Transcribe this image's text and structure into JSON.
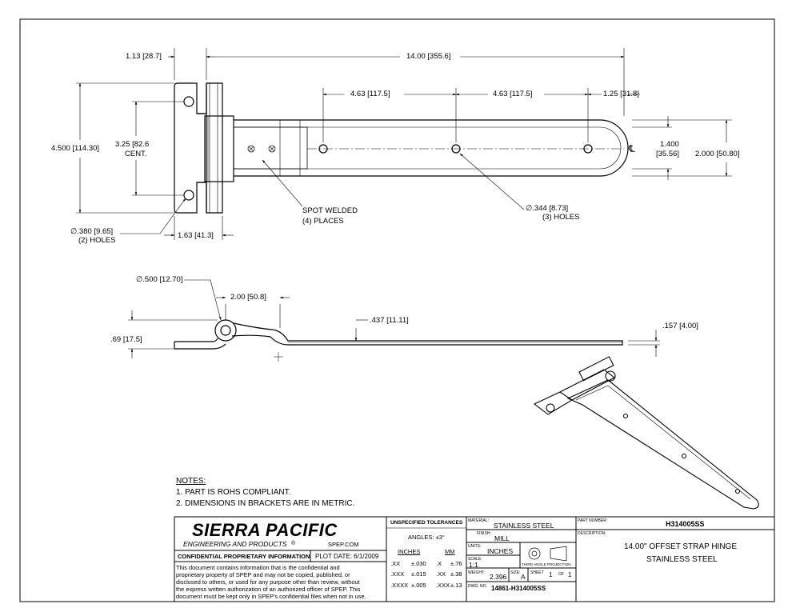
{
  "dimensions": {
    "top_offset": "1.13 [28.7]",
    "overall_length": "14.00 [355.6]",
    "hole_spacing_1": "4.63 [117.5]",
    "hole_spacing_2": "4.63 [117.5]",
    "end_to_hole": "1.25 [31.8]",
    "overall_height": "4.500 [114.30]",
    "hole_center_spacing": "3.25 [82.6",
    "cent_label": "CENT.",
    "strap_width_1": "1.400",
    "strap_width_1_metric": "[35.56]",
    "strap_width_2": "2.000 [50.80]",
    "leaf_width": "1.63 [41.3]",
    "hole_dia_small": "∅.380 [9.65]",
    "hole_dia_small_qty": "(2) HOLES",
    "hole_dia_strap": "∅.344 [8.73]",
    "hole_dia_strap_qty": "(3) HOLES",
    "spot_welded": "SPOT WELDED",
    "spot_welded_qty": "(4) PLACES",
    "pin_dia": "∅.500 [12.70]",
    "offset_length": "2.00 [50.8]",
    "offset_height": ".437 [11.11]",
    "side_height": ".69 [17.5]",
    "thickness": ".157 [4.00]",
    "centerline_symbol": "℄"
  },
  "notes": {
    "title": "NOTES:",
    "items": [
      "1.   PART IS ROHS COMPLIANT.",
      "2.   DIMENSIONS IN BRACKETS ARE IN METRIC."
    ]
  },
  "title_block": {
    "company": "SIERRA PACIFIC",
    "company_sub": "ENGINEERING AND PRODUCTS",
    "registered": "®",
    "website": "SPEP.COM",
    "confidential_header": "CONFIDENTIAL PROPRIETARY INFORMATION",
    "plot_date": "PLOT DATE:  6/1/2009",
    "confidential_text": [
      "This document contains information that is the confidential and",
      "proprietary property of SPEP and may not be copied, published, or",
      "disclosed to others, or used for any purpose  other than review, without",
      "the express written authorization of an authorized officer of SPEP. This",
      "document must be kept only in SPEP's confidential files when not in use."
    ],
    "tolerances_header": "UNSPECIFIED TOLERANCES",
    "angles": "ANGLES:  ±3°",
    "inches_header": "INCHES",
    "mm_header": "MM",
    "tol_rows": [
      {
        "in_place": ".XX",
        "in_tol": "±.030",
        "mm_place": ".X",
        "mm_tol": "±.76"
      },
      {
        "in_place": ".XXX",
        "in_tol": "±.015",
        "mm_place": ".XX",
        "mm_tol": "±.38"
      },
      {
        "in_place": ".XXXX",
        "in_tol": "±.005",
        "mm_place": ".XXX",
        "mm_tol": "±.13"
      }
    ],
    "material_label": "MATERIAL:",
    "material": "STAINLESS STEEL",
    "finish_label": "FINISH:",
    "finish": "MILL",
    "units_label": "UNITS:",
    "units": "INCHES",
    "scale_label": "SCALE:",
    "scale": "1:1",
    "projection": "THIRD ANGLE PROJECTION",
    "weight_label": "WEIGHT:",
    "weight": "2.396",
    "size_label": "SIZE:",
    "size": "A",
    "sheet_label": "SHEET",
    "sheet": "1",
    "of_label": "OF",
    "of": "1",
    "dwg_label": "DWG. NO.",
    "dwg_no": "14861-H314005SS",
    "part_number_label": "PART NUMBER:",
    "part_number": "H314005SS",
    "description_label": "DESCRIPTION:",
    "description_1": "14.00\" OFFSET STRAP HINGE",
    "description_2": "STAINLESS STEEL"
  }
}
